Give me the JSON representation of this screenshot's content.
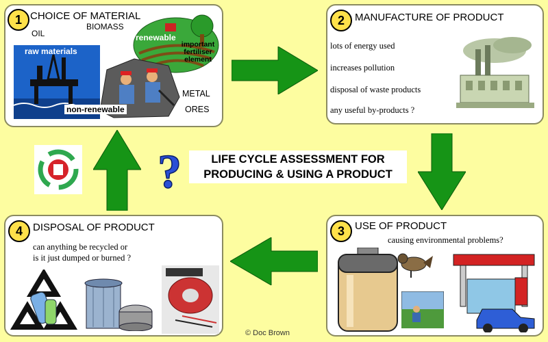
{
  "center_title": {
    "line1": "LIFE CYCLE ASSESSMENT FOR",
    "line2": "PRODUCING & USING A PRODUCT"
  },
  "step1": {
    "number": "1",
    "title": "CHOICE OF MATERIAL",
    "labels": {
      "oil": "OIL",
      "biomass": "BIOMASS",
      "raw_materials": "raw materials",
      "renewable": "renewable",
      "fertiliser": "important fertiliser element",
      "non_renewable": "non-renewable",
      "metal": "METAL",
      "ores": "ORES"
    }
  },
  "step2": {
    "number": "2",
    "title": "MANUFACTURE OF PRODUCT",
    "items": [
      "lots of energy used",
      "increases pollution",
      "disposal of waste products",
      "any useful by-products ?"
    ]
  },
  "step3": {
    "number": "3",
    "title": "USE OF PRODUCT",
    "subtitle": "causing environmental problems?"
  },
  "step4": {
    "number": "4",
    "title": "DISPOSAL OF PRODUCT",
    "line1": "can anything be recycled or",
    "line2": "is it just dumped or burned ?"
  },
  "copyright": "© Doc Brown",
  "colors": {
    "background": "#fdfda0",
    "arrow": "#169416",
    "badge": "#ffe14a"
  }
}
